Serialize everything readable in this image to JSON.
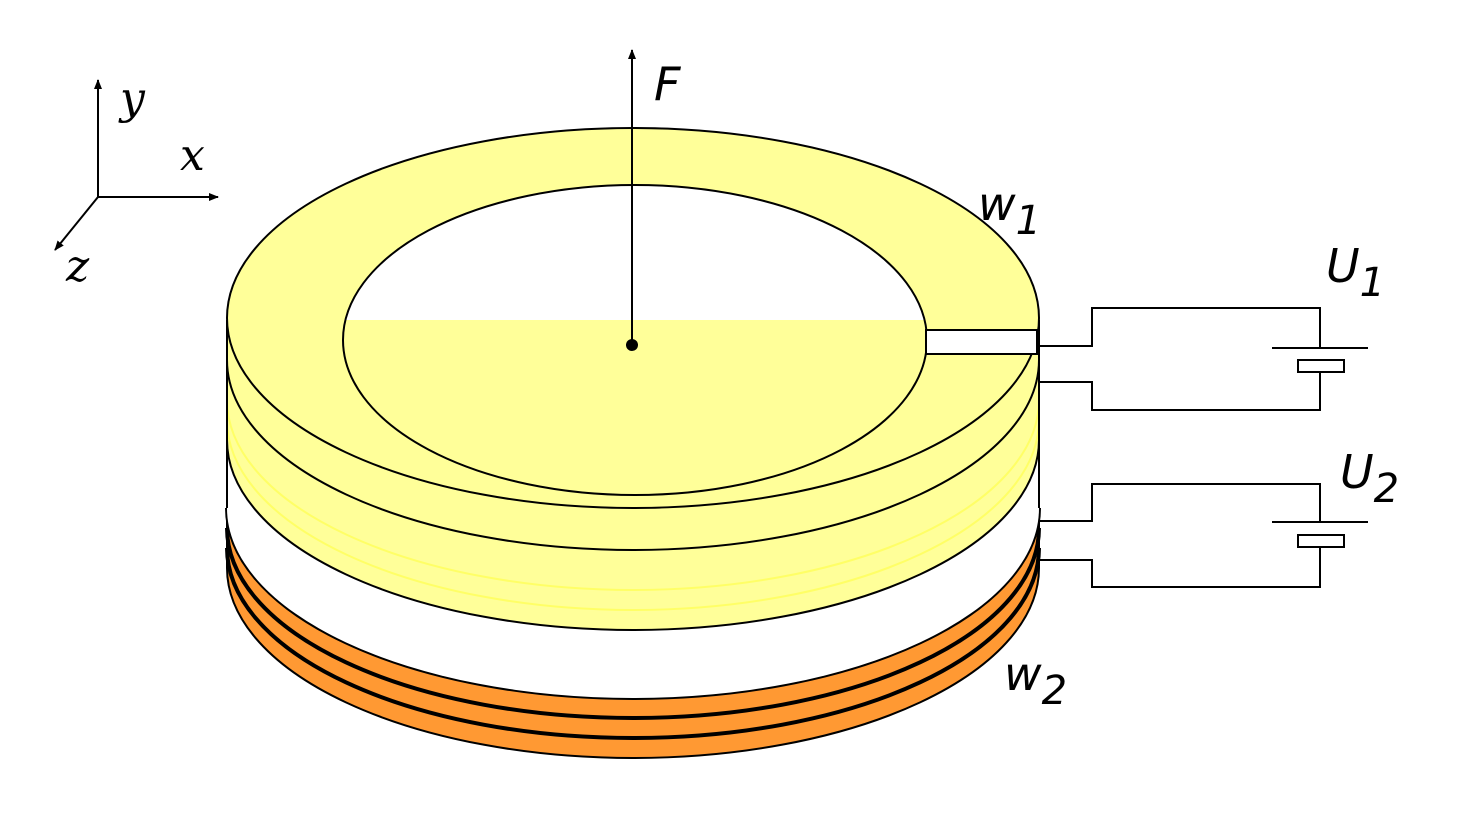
{
  "axes": {
    "y_label": "y",
    "x_label": "x",
    "z_label": "z"
  },
  "force": {
    "label": "F"
  },
  "winding_1": {
    "label_main": "w",
    "label_sub": "1",
    "color": "#ffff99",
    "edge_color": "#ffff66"
  },
  "winding_2": {
    "label_main": "w",
    "label_sub": "2",
    "color": "#ff9933"
  },
  "source_1": {
    "label_main": "U",
    "label_sub": "1"
  },
  "source_2": {
    "label_main": "U",
    "label_sub": "2"
  },
  "colors": {
    "stroke": "#000000",
    "background": "#ffffff"
  }
}
